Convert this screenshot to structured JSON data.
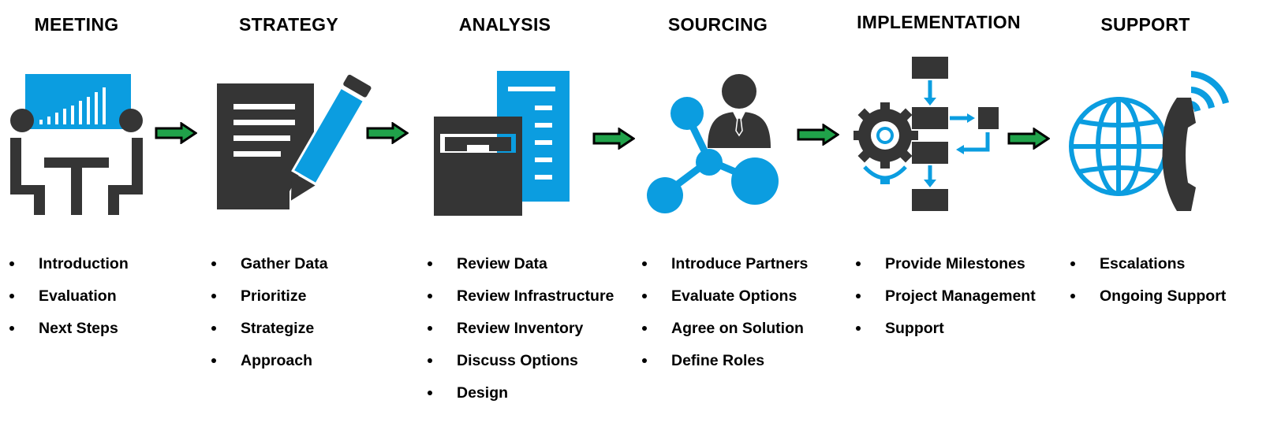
{
  "colors": {
    "accent": "#0b9de0",
    "dark": "#353535",
    "arrow_fill": "#20a24a",
    "arrow_outline": "#000000"
  },
  "stages": [
    {
      "title": "MEETING",
      "icon": "meeting-table-icon",
      "items": [
        "Introduction",
        "Evaluation",
        "Next Steps"
      ]
    },
    {
      "title": "STRATEGY",
      "icon": "document-pencil-icon",
      "items": [
        "Gather Data",
        "Prioritize",
        "Strategize",
        "Approach"
      ]
    },
    {
      "title": "ANALYSIS",
      "icon": "folder-list-icon",
      "items": [
        "Review Data",
        "Review Infrastructure",
        "Review Inventory",
        "Discuss Options",
        "Design"
      ]
    },
    {
      "title": "SOURCING",
      "icon": "network-person-icon",
      "items": [
        "Introduce Partners",
        "Evaluate Options",
        "Agree on Solution",
        "Define Roles"
      ]
    },
    {
      "title": "IMPLEMENTATION",
      "icon": "gear-flowchart-icon",
      "items": [
        "Provide Milestones",
        "Project Management",
        "Support"
      ]
    },
    {
      "title": "SUPPORT",
      "icon": "globe-phone-icon",
      "items": [
        "Escalations",
        "Ongoing Support"
      ]
    }
  ],
  "arrow_icon": "right-arrow-icon"
}
